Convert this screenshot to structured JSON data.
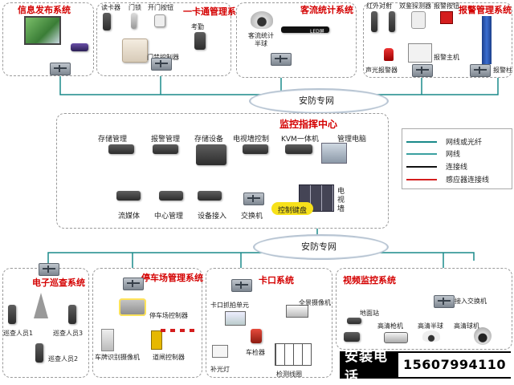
{
  "top_systems": {
    "info_release": "信息发布系统",
    "card_mgmt": "一卡通管理系统",
    "passenger_count": "客流统计系统",
    "alarm_mgmt": "报警管理系统"
  },
  "card_devices": {
    "reader": "读卡器",
    "lock": "门锁",
    "exit_button": "开门按钮",
    "door_controller": "门禁控制器",
    "attendance": "考勤"
  },
  "passenger_devices": {
    "counter_dome": "客流统计\n半球",
    "led": "LED屏"
  },
  "alarm_devices": {
    "infrared": "红外对射",
    "dual_detector": "双鉴探测器",
    "alarm_button": "报警按钮",
    "sound_light": "声光报警器",
    "alarm_host": "报警主机",
    "alarm_pillar": "报警柱"
  },
  "network": {
    "security_net_1": "安防专网",
    "security_net_2": "安防专网"
  },
  "center": {
    "title": "监控指挥中心",
    "top_items": [
      "存储管理",
      "报警管理",
      "存储设备",
      "电视墙控制",
      "KVM一体机",
      "管理电脑"
    ],
    "bottom_items": [
      "流媒体",
      "中心管理",
      "设备接入",
      "交换机"
    ],
    "keyboard": "控制键盘",
    "tv_wall": "电\n视\n墙"
  },
  "legend": {
    "items": [
      {
        "label": "网线或光纤",
        "color": "#1a8a8a"
      },
      {
        "label": "网线",
        "color": "#3aa0a0"
      },
      {
        "label": "连接线",
        "color": "#111111"
      },
      {
        "label": "感应器连接线",
        "color": "#d41e1e"
      }
    ]
  },
  "bottom_systems": {
    "patrol": "电子巡查系统",
    "parking": "停车场管理系统",
    "checkpoint": "卡口系统",
    "video": "视频监控系统"
  },
  "patrol_devices": {
    "p1": "巡查人员1",
    "p2": "巡查人员2",
    "p3": "巡查人员3"
  },
  "parking_devices": {
    "parking_ctrl": "停车场控制器",
    "plate_cam": "车牌识别摄像机",
    "barrier_ctrl": "道闸控制器"
  },
  "checkpoint_devices": {
    "capture_unit": "卡口抓拍单元",
    "panorama_cam": "全景摄像机",
    "fill_light": "补光灯",
    "vehicle_detector": "车检器",
    "coil": "检测线圈"
  },
  "video_devices": {
    "access_switch": "接入交换机",
    "ground_station": "地面站",
    "hd_gun": "高清枪机",
    "hd_dome_half": "高清半球",
    "hd_dome_ball": "高清球机"
  },
  "contact": {
    "label": "安装电话",
    "phone": "15607994110"
  }
}
